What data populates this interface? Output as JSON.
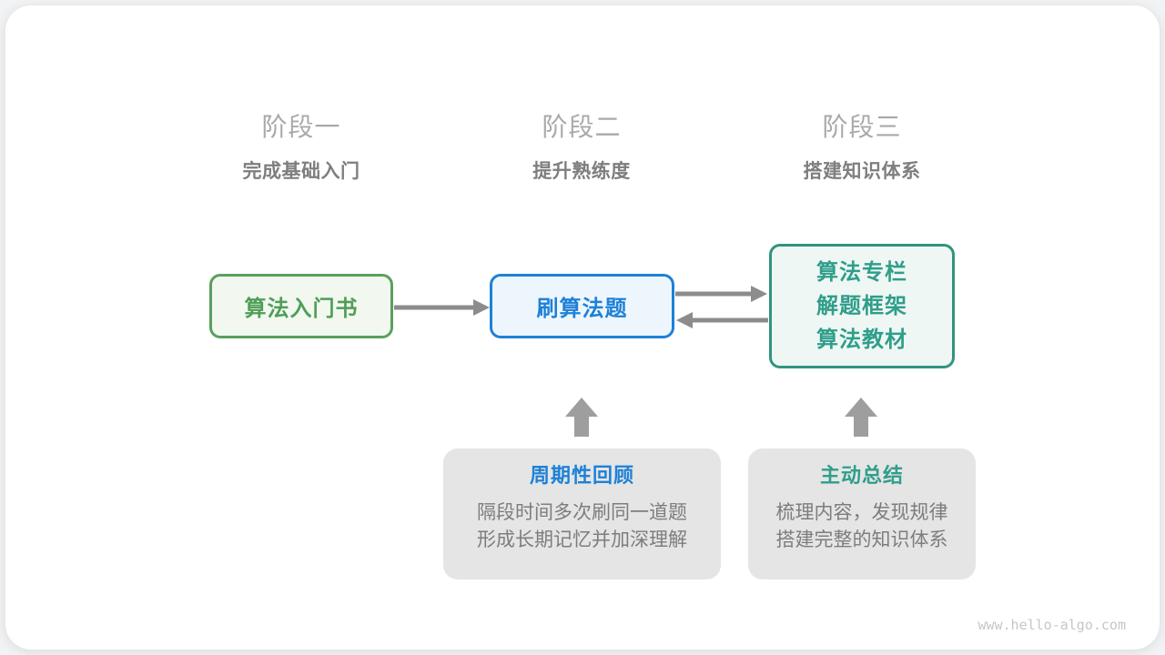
{
  "stages": [
    {
      "label": "阶段一",
      "subtitle": "完成基础入门"
    },
    {
      "label": "阶段二",
      "subtitle": "提升熟练度"
    },
    {
      "label": "阶段三",
      "subtitle": "搭建知识体系"
    }
  ],
  "nodes": {
    "stage1_box": {
      "label": "算法入门书"
    },
    "stage2_box": {
      "label": "刷算法题"
    },
    "stage3_box": {
      "lines": [
        "算法专栏",
        "解题框架",
        "算法教材"
      ]
    }
  },
  "notes": [
    {
      "title": "周期性回顾",
      "body_lines": [
        "隔段时间多次刷同一道题",
        "形成长期记忆并加深理解"
      ]
    },
    {
      "title": "主动总结",
      "body_lines": [
        "梳理内容，发现规律",
        "搭建完整的知识体系"
      ]
    }
  ],
  "watermark": "www.hello-algo.com",
  "colors": {
    "stage_label": "#a9a9a9",
    "stage_subtitle": "#7e7e7e",
    "green_border": "#5aa05e",
    "green_text": "#4f9e57",
    "green_bg": "#f2f8f0",
    "blue_border": "#1e81d7",
    "blue_text": "#1e81d7",
    "blue_bg": "#eef6fd",
    "teal_border": "#31947f",
    "teal_text": "#2f9e8a",
    "teal_bg": "#eff7f4",
    "connector_arrow": "#8c8c8c",
    "up_arrow": "#9e9e9e",
    "note_bg": "#e5e5e5",
    "note_body_text": "#7d7d7d",
    "watermark_text": "#c6c6c6",
    "card_bg": "#ffffff"
  }
}
